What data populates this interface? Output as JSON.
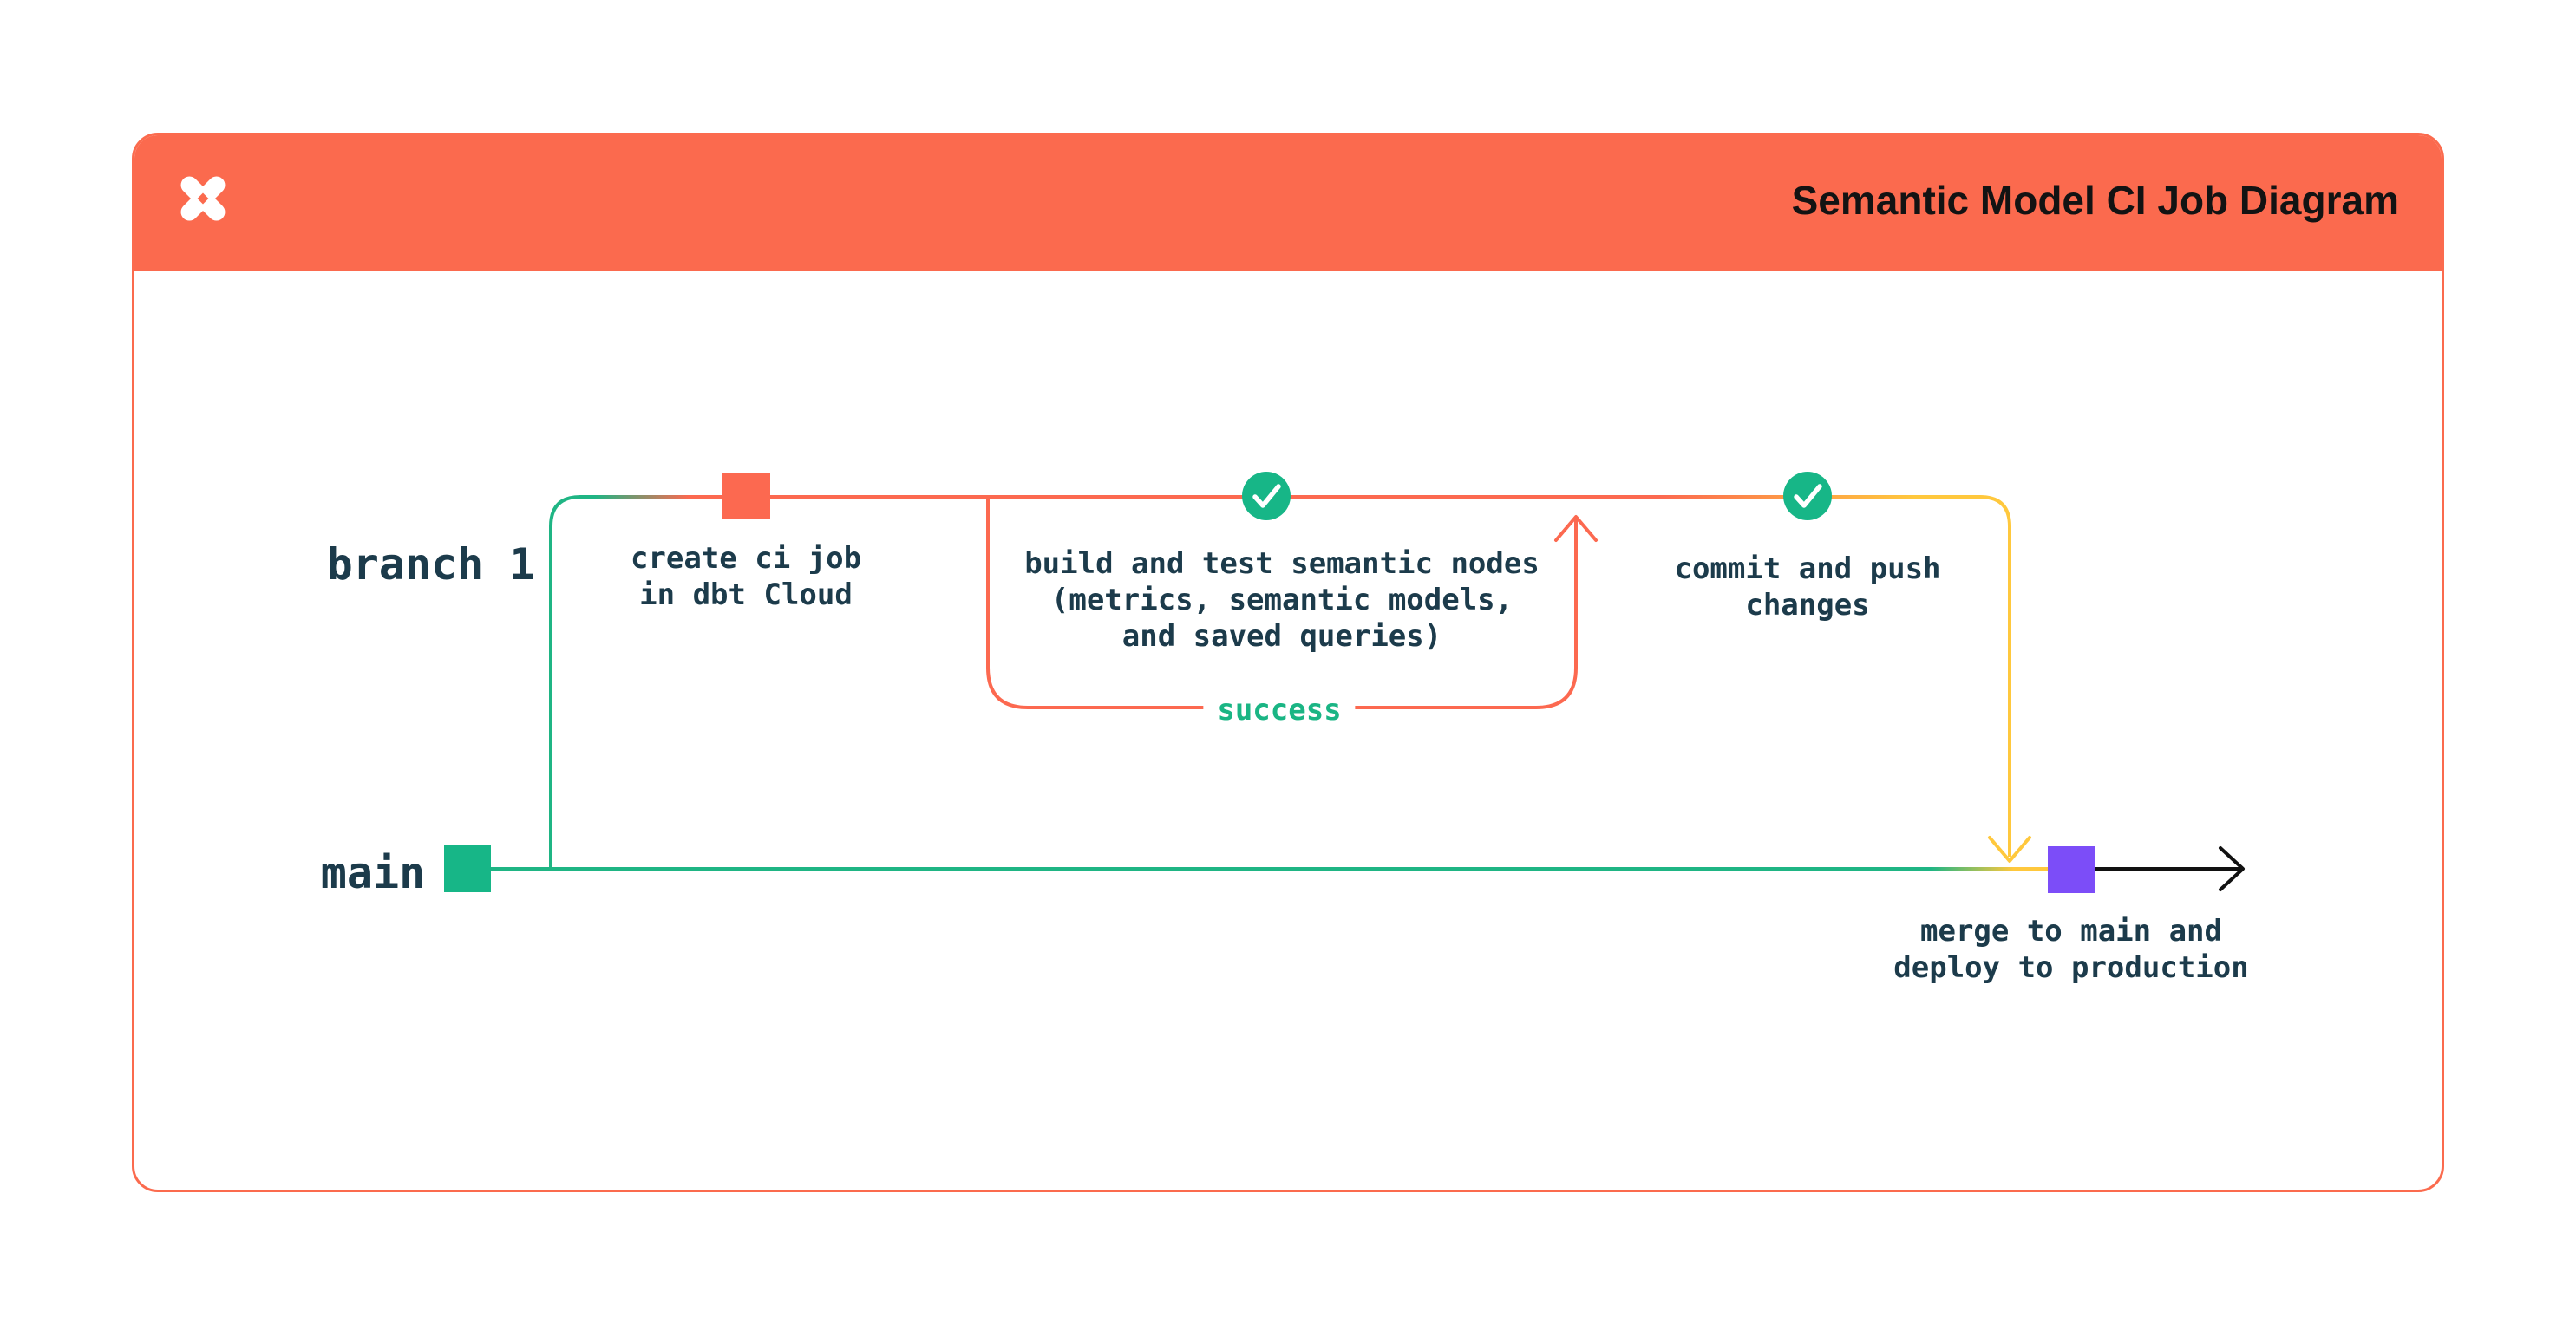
{
  "header": {
    "title": "Semantic Model CI Job Diagram",
    "logo_name": "dbt-logo"
  },
  "branches": {
    "branch1_label": "branch 1",
    "main_label": "main"
  },
  "labels": {
    "create_ci": "create ci job\nin dbt Cloud",
    "build_test": "build and test semantic nodes\n(metrics, semantic models,\nand saved queries)",
    "commit_push": "commit and push\nchanges",
    "merge_deploy": "merge to main and\ndeploy to production",
    "success": "success"
  },
  "colors": {
    "header_orange": "#FB6A4E",
    "card_border_orange": "#FB6B4E",
    "line_orange": "#FC6950",
    "green": "#1FB584",
    "node_green": "#17B687",
    "yellow": "#FFC83D",
    "purple": "#7C4DF8",
    "label_text": "#1C3B4B",
    "title_text": "#131313",
    "black_arrow": "#111111"
  }
}
